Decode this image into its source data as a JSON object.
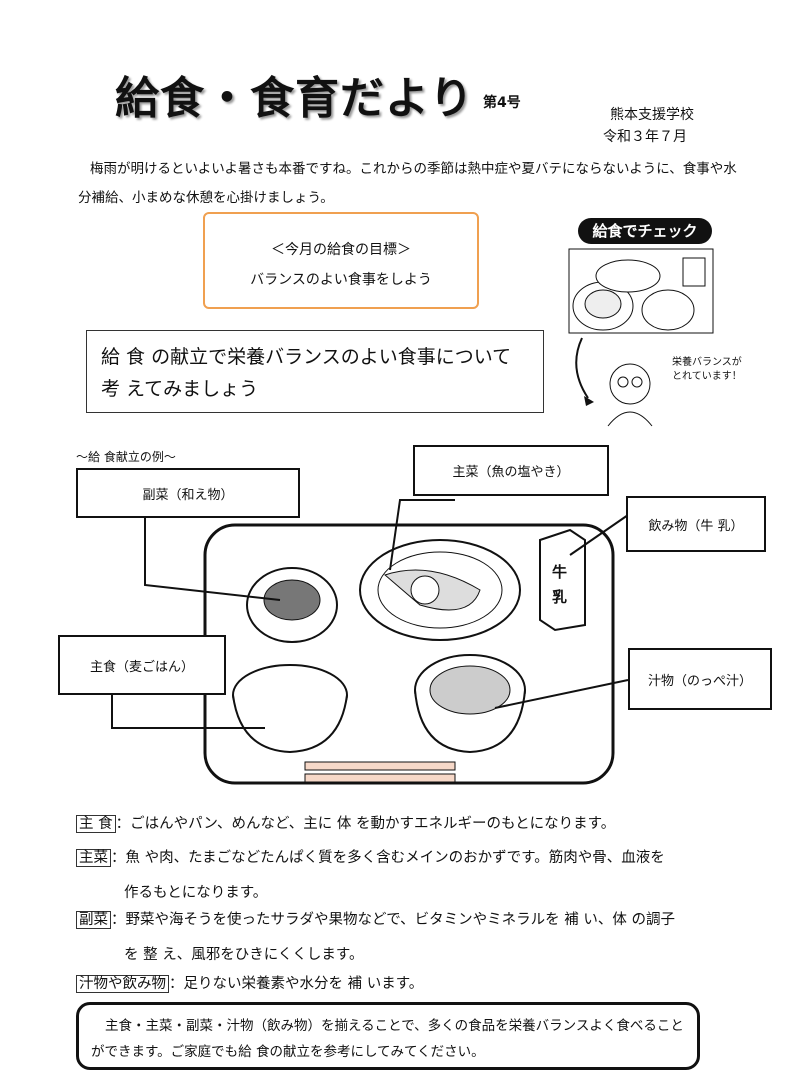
{
  "header": {
    "title": "給食・食育だより",
    "issue": "第4号",
    "school": "熊本支援学校",
    "date": "令和３年７月"
  },
  "intro": "梅雨が明けるといよいよ暑さも本番ですね。これからの季節は熱中症や夏バテにならないように、食事や水分補給、小まめな休憩を心掛けましょう。",
  "goal": {
    "heading": "＜今月の給食の目標＞",
    "text": "バランスのよい食事をしよう"
  },
  "theme": {
    "line1": "給 食 の献立で栄養バランスのよい食事について",
    "line2": "考 えてみましょう"
  },
  "check": {
    "badge": "給食でチェック",
    "bubble_line1": "栄養バランスが",
    "bubble_line2": "とれています！"
  },
  "menu": {
    "label": "～給 食献立の例～",
    "items": {
      "fukusai": "副菜（和え物）",
      "shusai": "主菜（魚の塩やき）",
      "nomimono": "飲み物（牛 乳）",
      "shushoku": "主食（麦ごはん）",
      "shirumono": "汁物（のっぺ汁）"
    },
    "milk_label": "牛乳"
  },
  "descriptions": [
    {
      "key": "主 食",
      "text": "：ごはんやパン、めんなど、主に 体 を動かすエネルギーのもとになります。"
    },
    {
      "key": "主菜",
      "text": "：魚 や肉、たまごなどたんぱく質を多く含むメインのおかずです。筋肉や骨、血液を",
      "cont": "作るもとになります。"
    },
    {
      "key": "副菜",
      "text": "：野菜や海そうを使ったサラダや果物などで、ビタミンやミネラルを 補 い、体 の調子",
      "cont": "を 整 え、風邪をひきにくくします。"
    },
    {
      "key": "汁物や飲み物",
      "text": "：足りない栄養素や水分を 補 います。"
    }
  ],
  "summary": "主食・主菜・副菜・汁物（飲み物）を揃えることで、多くの食品を栄養バランスよく食べることができます。ご家庭でも給 食の献立を参考にしてみてください。"
}
